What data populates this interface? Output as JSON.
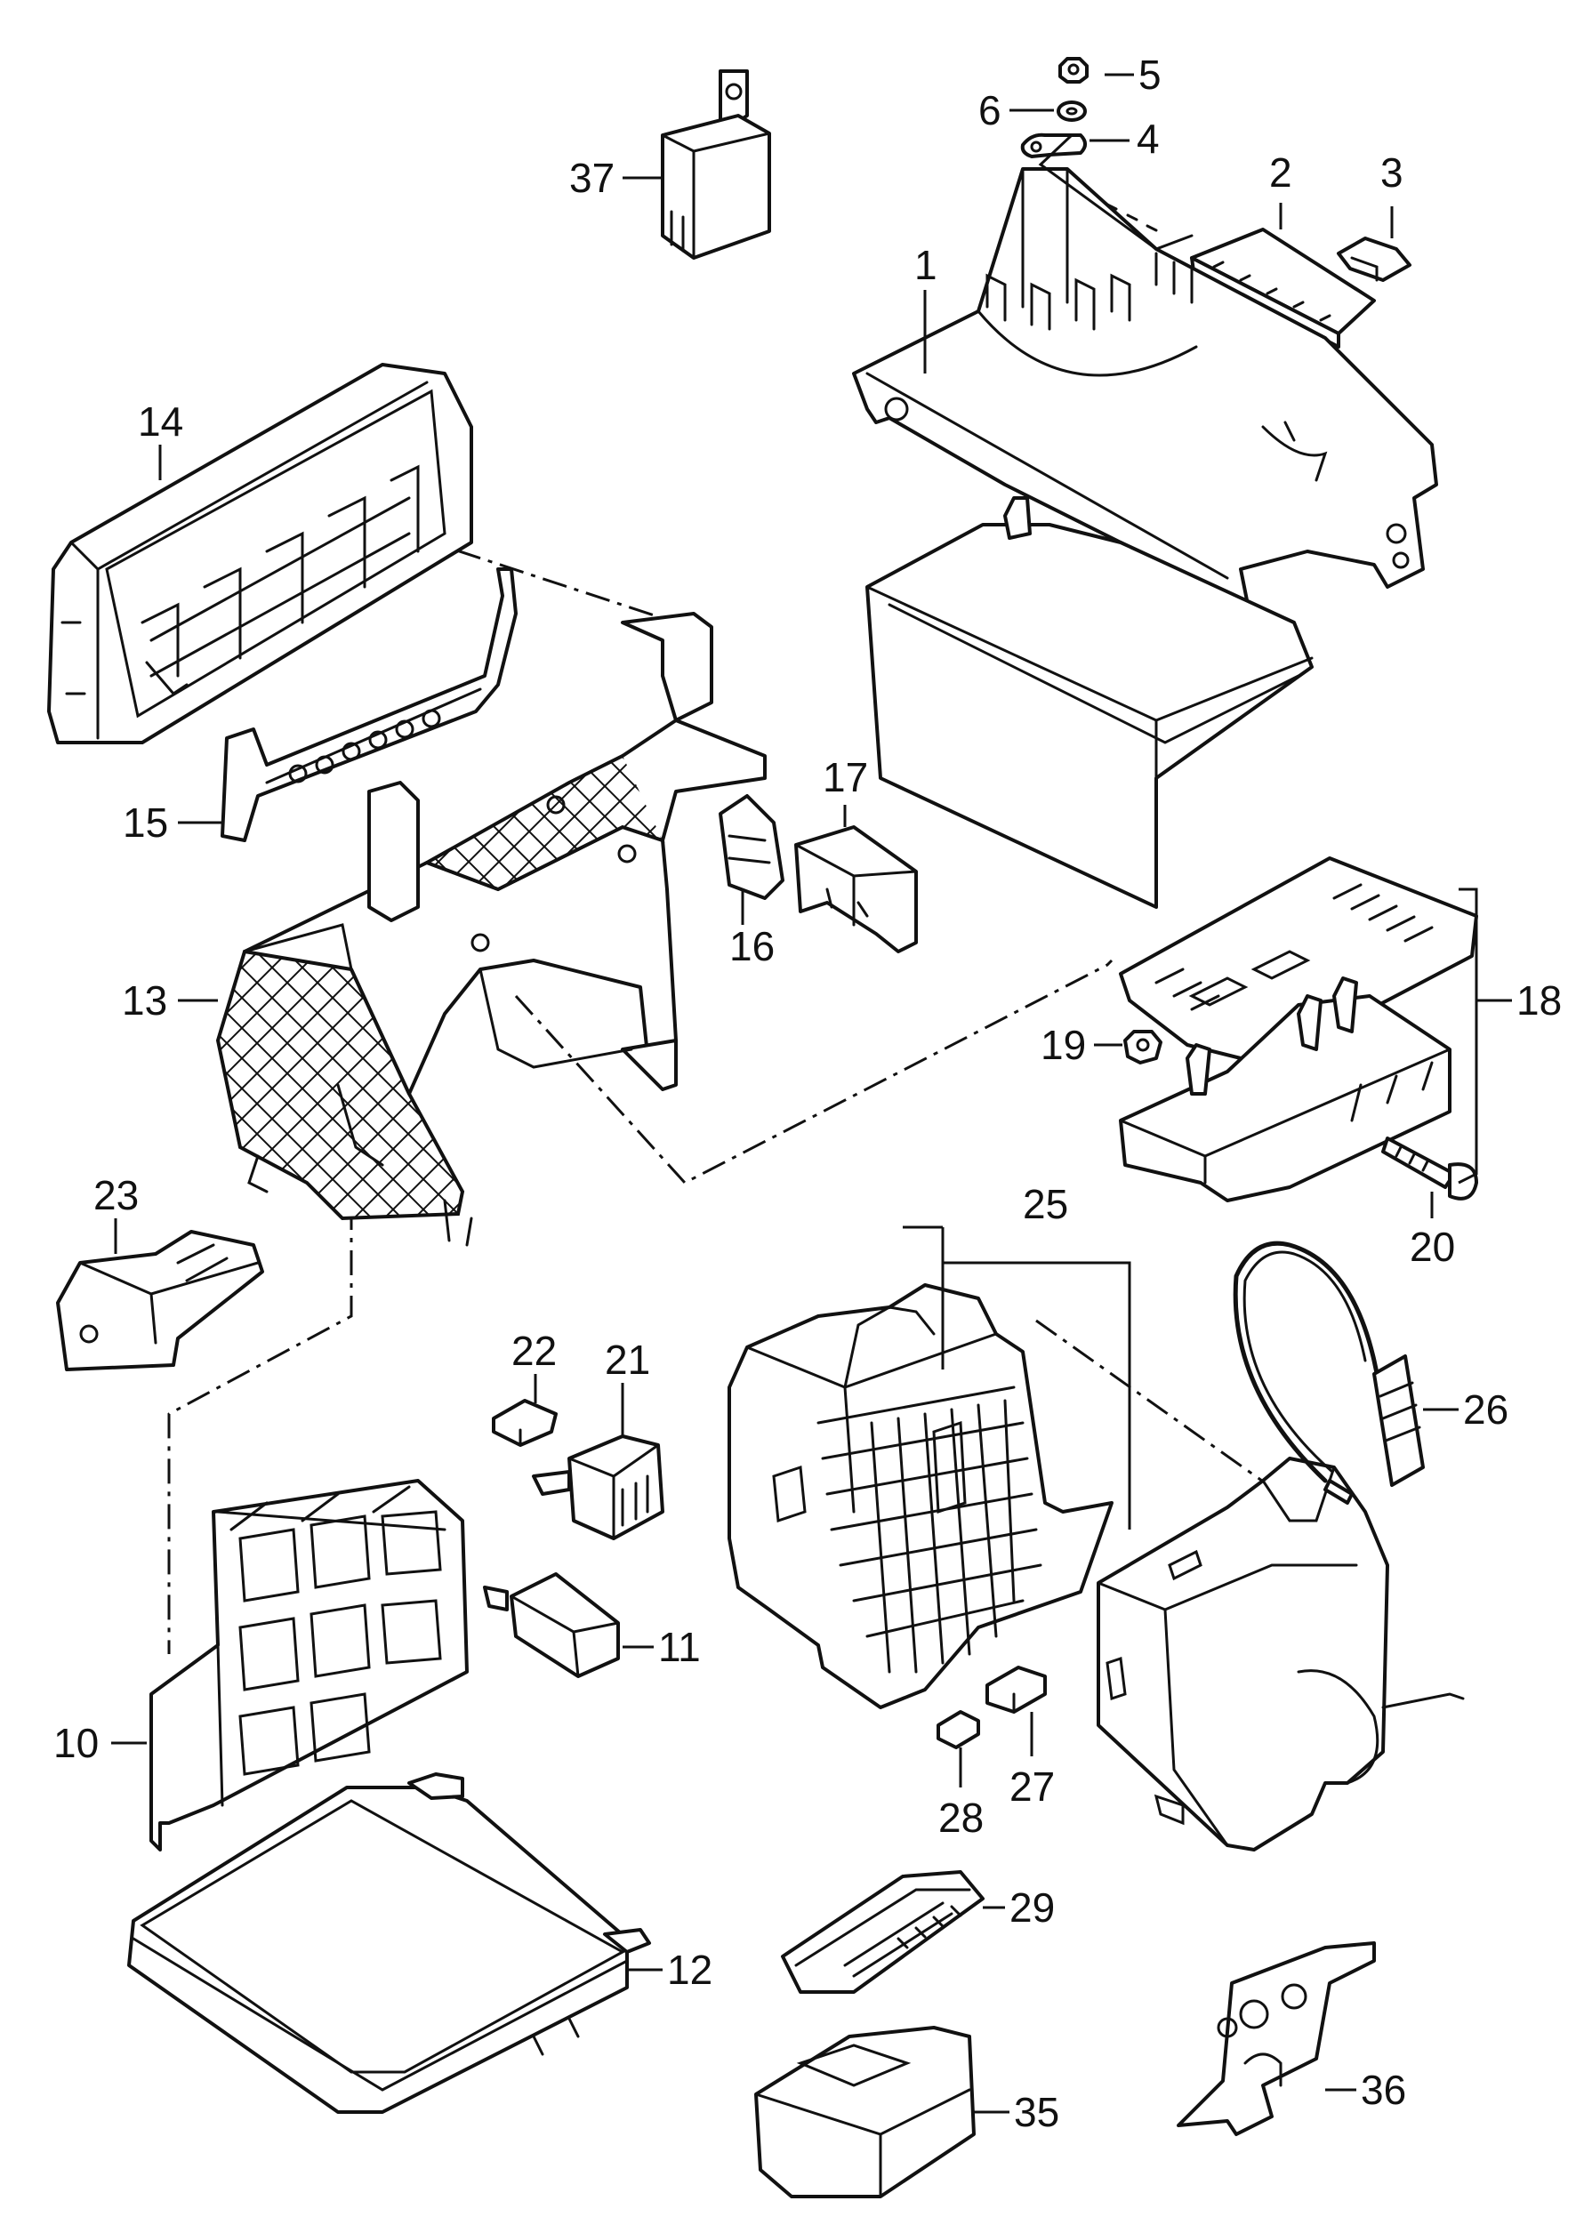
{
  "callouts": {
    "c1": "1",
    "c2": "2",
    "c3": "3",
    "c4": "4",
    "c5": "5",
    "c6": "6",
    "c10": "10",
    "c11": "11",
    "c12": "12",
    "c13": "13",
    "c14": "14",
    "c15": "15",
    "c16": "16",
    "c17": "17",
    "c18": "18",
    "c19": "19",
    "c20": "20",
    "c21": "21",
    "c22": "22",
    "c23": "23",
    "c25": "25",
    "c26": "26",
    "c27": "27",
    "c28": "28",
    "c29": "29",
    "c35": "35",
    "c36": "36",
    "c37": "37"
  },
  "colors": {
    "line": "#111111",
    "background": "#ffffff",
    "cable": "#2a2a2a"
  }
}
